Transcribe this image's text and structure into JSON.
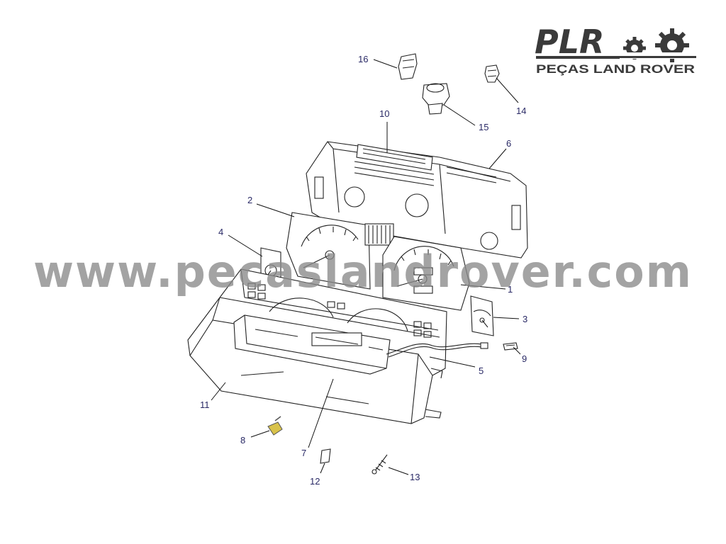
{
  "logo": {
    "brand": "PLR",
    "tagline": "PEÇAS LAND ROVER",
    "icon": "gears-icon",
    "color": "#3a3a3a"
  },
  "watermark": {
    "text": "www.pecaslandrover.com",
    "color": "#8a8a8a"
  },
  "parts": [
    {
      "label": "1"
    },
    {
      "label": "2"
    },
    {
      "label": "3"
    },
    {
      "label": "4"
    },
    {
      "label": "5"
    },
    {
      "label": "6"
    },
    {
      "label": "7"
    },
    {
      "label": "8"
    },
    {
      "label": "9"
    },
    {
      "label": "10"
    },
    {
      "label": "11"
    },
    {
      "label": "12"
    },
    {
      "label": "13"
    },
    {
      "label": "14"
    },
    {
      "label": "15"
    },
    {
      "label": "16"
    }
  ],
  "label_color": "#2a2a66"
}
